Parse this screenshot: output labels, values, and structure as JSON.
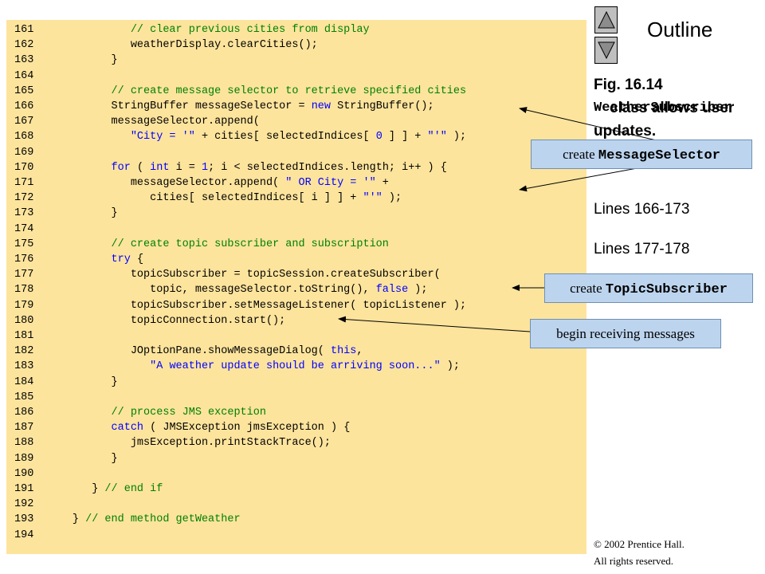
{
  "nav": {
    "outline_label": "Outline"
  },
  "figure": {
    "title_prefix": "Fig. 16.14",
    "class_name": "WeatherSubscriber",
    "title_suffix": "class allows user",
    "title_hidden": "updates.",
    "lines_a": "Lines 166-173",
    "lines_b": "Lines 177-178"
  },
  "callouts": {
    "selector_prefix": "create",
    "selector_code": "MessageSelector",
    "subscriber_prefix": "create",
    "subscriber_code": "TopicSubscriber",
    "receiving": "begin receiving messages"
  },
  "copyright": {
    "line1": "© 2002 Prentice Hall.",
    "line2": "All rights reserved."
  },
  "code": [
    {
      "num": "161",
      "indent": "            ",
      "parts": [
        {
          "t": "// clear previous cities from display",
          "c": "cm"
        }
      ]
    },
    {
      "num": "162",
      "indent": "            ",
      "parts": [
        {
          "t": "weatherDisplay.clearCities();",
          "c": ""
        }
      ]
    },
    {
      "num": "163",
      "indent": "         ",
      "parts": [
        {
          "t": "}",
          "c": ""
        }
      ]
    },
    {
      "num": "164",
      "indent": "",
      "parts": []
    },
    {
      "num": "165",
      "indent": "         ",
      "parts": [
        {
          "t": "// create message selector to retrieve specified cities",
          "c": "cm"
        }
      ]
    },
    {
      "num": "166",
      "indent": "         ",
      "parts": [
        {
          "t": "StringBuffer messageSelector = ",
          "c": ""
        },
        {
          "t": "new",
          "c": "kw"
        },
        {
          "t": " StringBuffer();",
          "c": ""
        }
      ]
    },
    {
      "num": "167",
      "indent": "         ",
      "parts": [
        {
          "t": "messageSelector.append(",
          "c": ""
        }
      ]
    },
    {
      "num": "168",
      "indent": "            ",
      "parts": [
        {
          "t": "\"City = '\"",
          "c": "st"
        },
        {
          "t": " + cities[ selectedIndices[ ",
          "c": ""
        },
        {
          "t": "0",
          "c": "kw"
        },
        {
          "t": " ] ] + ",
          "c": ""
        },
        {
          "t": "\"'\"",
          "c": "st"
        },
        {
          "t": " );",
          "c": ""
        }
      ]
    },
    {
      "num": "169",
      "indent": "",
      "parts": []
    },
    {
      "num": "170",
      "indent": "         ",
      "parts": [
        {
          "t": "for",
          "c": "kw"
        },
        {
          "t": " ( ",
          "c": ""
        },
        {
          "t": "int",
          "c": "kw"
        },
        {
          "t": " i = ",
          "c": ""
        },
        {
          "t": "1",
          "c": "kw"
        },
        {
          "t": "; i < selectedIndices.length; i++ ) {",
          "c": ""
        }
      ]
    },
    {
      "num": "171",
      "indent": "            ",
      "parts": [
        {
          "t": "messageSelector.append( ",
          "c": ""
        },
        {
          "t": "\" OR City = '\"",
          "c": "st"
        },
        {
          "t": " +",
          "c": ""
        }
      ]
    },
    {
      "num": "172",
      "indent": "               ",
      "parts": [
        {
          "t": "cities[ selectedIndices[ i ] ] + ",
          "c": ""
        },
        {
          "t": "\"'\"",
          "c": "st"
        },
        {
          "t": " );",
          "c": ""
        }
      ]
    },
    {
      "num": "173",
      "indent": "         ",
      "parts": [
        {
          "t": "}",
          "c": ""
        }
      ]
    },
    {
      "num": "174",
      "indent": "",
      "parts": []
    },
    {
      "num": "175",
      "indent": "         ",
      "parts": [
        {
          "t": "// create topic subscriber and subscription",
          "c": "cm"
        }
      ]
    },
    {
      "num": "176",
      "indent": "         ",
      "parts": [
        {
          "t": "try",
          "c": "kw"
        },
        {
          "t": " {",
          "c": ""
        }
      ]
    },
    {
      "num": "177",
      "indent": "            ",
      "parts": [
        {
          "t": "topicSubscriber = topicSession.createSubscriber(",
          "c": ""
        }
      ]
    },
    {
      "num": "178",
      "indent": "               ",
      "parts": [
        {
          "t": "topic, messageSelector.toString(), ",
          "c": ""
        },
        {
          "t": "false",
          "c": "kw"
        },
        {
          "t": " );",
          "c": ""
        }
      ]
    },
    {
      "num": "179",
      "indent": "            ",
      "parts": [
        {
          "t": "topicSubscriber.setMessageListener( topicListener );",
          "c": ""
        }
      ]
    },
    {
      "num": "180",
      "indent": "            ",
      "parts": [
        {
          "t": "topicConnection.start();",
          "c": ""
        }
      ]
    },
    {
      "num": "181",
      "indent": "",
      "parts": []
    },
    {
      "num": "182",
      "indent": "            ",
      "parts": [
        {
          "t": "JOptionPane.showMessageDialog( ",
          "c": ""
        },
        {
          "t": "this",
          "c": "kw"
        },
        {
          "t": ",",
          "c": ""
        }
      ]
    },
    {
      "num": "183",
      "indent": "               ",
      "parts": [
        {
          "t": "\"A weather update should be arriving soon...\"",
          "c": "st"
        },
        {
          "t": " );",
          "c": ""
        }
      ]
    },
    {
      "num": "184",
      "indent": "         ",
      "parts": [
        {
          "t": "}",
          "c": ""
        }
      ]
    },
    {
      "num": "185",
      "indent": "",
      "parts": []
    },
    {
      "num": "186",
      "indent": "         ",
      "parts": [
        {
          "t": "// process JMS exception",
          "c": "cm"
        }
      ]
    },
    {
      "num": "187",
      "indent": "         ",
      "parts": [
        {
          "t": "catch",
          "c": "kw"
        },
        {
          "t": " ( JMSException jmsException ) {",
          "c": ""
        }
      ]
    },
    {
      "num": "188",
      "indent": "            ",
      "parts": [
        {
          "t": "jmsException.printStackTrace();",
          "c": ""
        }
      ]
    },
    {
      "num": "189",
      "indent": "         ",
      "parts": [
        {
          "t": "}",
          "c": ""
        }
      ]
    },
    {
      "num": "190",
      "indent": "",
      "parts": []
    },
    {
      "num": "191",
      "indent": "      ",
      "parts": [
        {
          "t": "} ",
          "c": ""
        },
        {
          "t": "// end if",
          "c": "cm"
        }
      ]
    },
    {
      "num": "192",
      "indent": "",
      "parts": []
    },
    {
      "num": "193",
      "indent": "   ",
      "parts": [
        {
          "t": "} ",
          "c": ""
        },
        {
          "t": "// end method getWeather",
          "c": "cm"
        }
      ]
    },
    {
      "num": "194",
      "indent": "",
      "parts": []
    }
  ]
}
